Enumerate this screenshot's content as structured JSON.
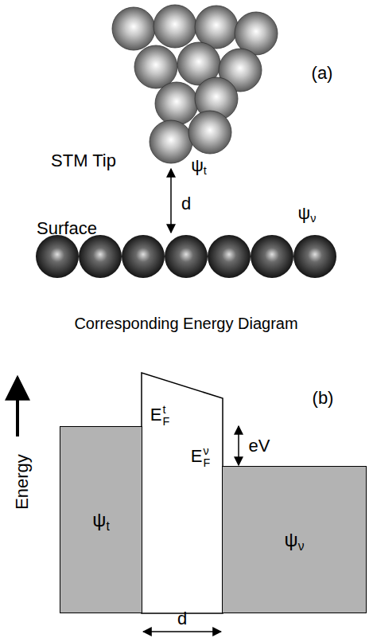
{
  "diagram": {
    "title": "Corresponding Energy Diagram",
    "nodes": [
      {
        "text": [
          "ψt"
        ]
      },
      {
        "text": [
          "ψν"
        ]
      }
    ],
    "labels": [
      "(a)",
      "STM Tip",
      "ψt",
      "d",
      "Surface",
      "ψν",
      "(b)",
      "Energy",
      "EFt",
      "EFν",
      "eV",
      "d"
    ]
  }
}
